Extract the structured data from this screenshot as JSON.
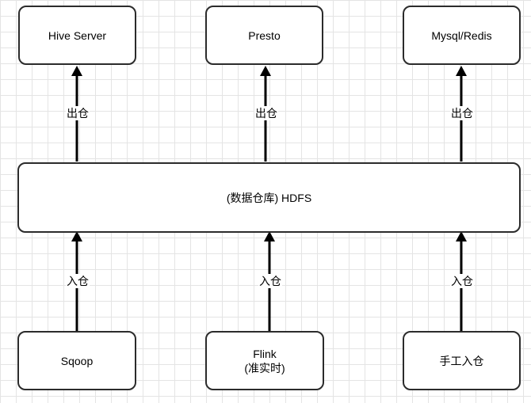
{
  "nodes": {
    "hive_server": {
      "label": "Hive Server"
    },
    "presto": {
      "label": "Presto"
    },
    "mysql_redis": {
      "label": "Mysql/Redis"
    },
    "hdfs": {
      "label": "(数据仓库) HDFS"
    },
    "sqoop": {
      "label": "Sqoop"
    },
    "flink": {
      "line1": "Flink",
      "line2": "(准实时)"
    },
    "manual": {
      "label": "手工入仓"
    }
  },
  "edges": {
    "out_label": "出仓",
    "in_label": "入仓"
  }
}
